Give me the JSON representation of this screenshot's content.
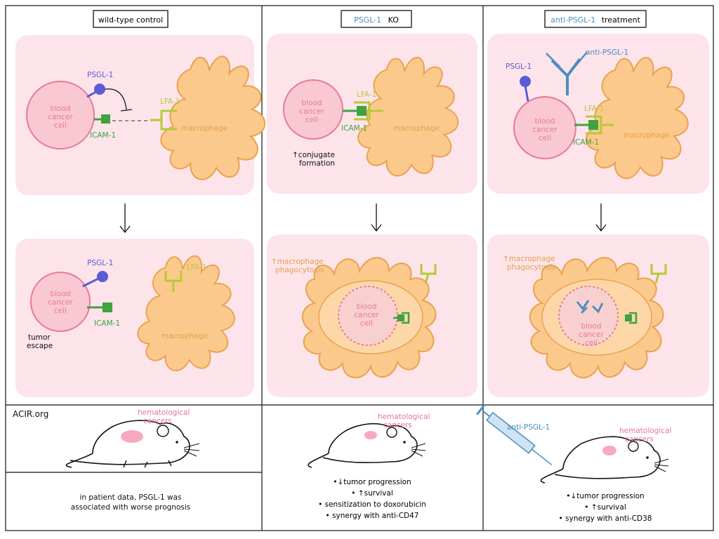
{
  "panels": {
    "control": {
      "title": "wild-type control",
      "tumor_escape_1": "tumor",
      "tumor_escape_2": "escape"
    },
    "ko": {
      "title_highlight": "PSGL-1",
      "title_rest": "KO",
      "conjugate_1": "↑conjugate",
      "conjugate_2": "formation",
      "phago_1": "↑macrophage",
      "phago_2": "phagocytosis"
    },
    "anti": {
      "title_highlight": "anti-PSGL-1",
      "title_rest": "treatment",
      "antibody": "anti-PSGL-1",
      "phago_1": "↑macrophage",
      "phago_2": "phagocytosis"
    }
  },
  "labels": {
    "psgl1": "PSGL-1",
    "icam1": "ICAM-1",
    "lfa1": "LFA-1",
    "macrophage": "macrophage",
    "blood": "blood",
    "cancer": "cancer",
    "cell": "cell",
    "hema_1": "hematological",
    "hema_2": "cancers"
  },
  "footer": {
    "source": "ACIR.org",
    "control_note_1": "in patient data, PSGL-1 was",
    "control_note_2": "associated  with  worse prognosis",
    "ko_outcomes": [
      "•↓tumor progression",
      "• ↑survival",
      "• sensitization to doxorubicin",
      "• synergy with anti-CD47"
    ],
    "anti_syringe": "anti-PSGL-1",
    "anti_outcomes": [
      "•↓tumor progression",
      "• ↑survival",
      "•  synergy with anti-CD38"
    ]
  },
  "colors": {
    "pink_bg": "#fce4ea",
    "cancer_fill": "#f9c8d3",
    "cancer_stroke": "#e67a98",
    "macrophage_fill": "#fbc98c",
    "macrophage_stroke": "#eaa24c",
    "psgl1": "#5b5bd6",
    "icam1": "#3fa33f",
    "lfa1": "#b7c93a",
    "antibody": "#4a8fbf",
    "hema": "#e8729a"
  }
}
